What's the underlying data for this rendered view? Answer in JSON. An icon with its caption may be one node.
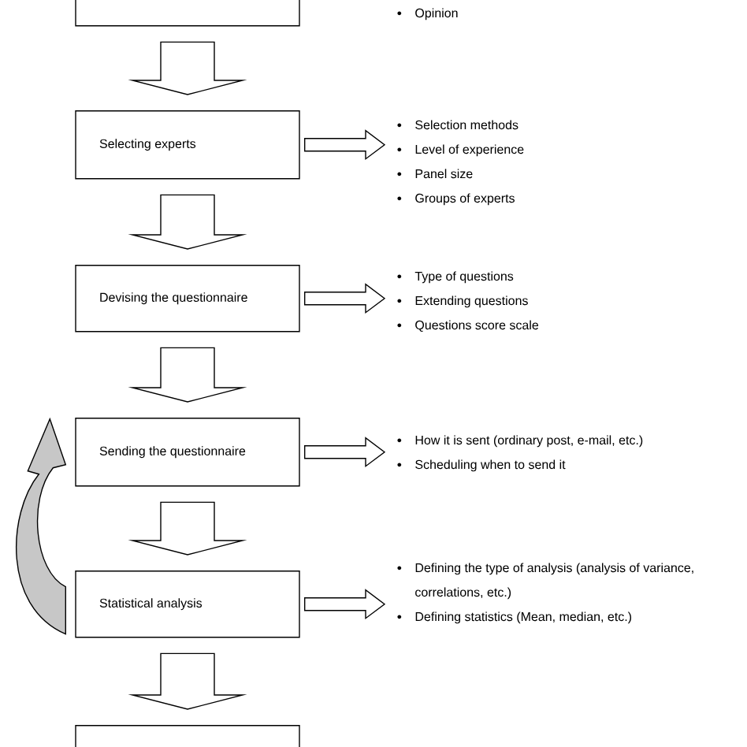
{
  "diagram": {
    "nodes": [
      {
        "text": [],
        "shape": "box"
      },
      {
        "text": [
          "Opinion"
        ]
      },
      {
        "text": [
          "Selecting experts"
        ]
      },
      {
        "text": [
          "Selection methods",
          "Level of experience",
          "Panel size",
          "Groups of experts"
        ]
      },
      {
        "text": [
          "Devising the questionnaire"
        ]
      },
      {
        "text": [
          "Type of questions",
          "Extending questions",
          "Questions score scale"
        ]
      },
      {
        "text": [
          "Sending the questionnaire"
        ]
      },
      {
        "text": [
          "How it is sent (ordinary post, e-mail, etc.)",
          "Scheduling when to send it"
        ]
      },
      {
        "text": [
          "Statistical analysis"
        ]
      },
      {
        "text": [
          "Defining the type of analysis (analysis of variance, correlations, etc.)",
          "Defining statistics  (Mean, median, etc.)"
        ]
      },
      {
        "text": [],
        "shape": "box"
      }
    ],
    "edges": [
      {
        "from": 0,
        "to": 2,
        "arrow": "to"
      },
      {
        "from": 2,
        "to": 3,
        "arrow": "to"
      },
      {
        "from": 2,
        "to": 4,
        "arrow": "to"
      },
      {
        "from": 4,
        "to": 5,
        "arrow": "to"
      },
      {
        "from": 4,
        "to": 6,
        "arrow": "to"
      },
      {
        "from": 6,
        "to": 7,
        "arrow": "to"
      },
      {
        "from": 6,
        "to": 8,
        "arrow": "to"
      },
      {
        "from": 8,
        "to": 9,
        "arrow": "to"
      },
      {
        "from": 8,
        "to": 10,
        "arrow": "to"
      },
      {
        "from": 8,
        "to": 6,
        "arrow": "to"
      }
    ]
  }
}
